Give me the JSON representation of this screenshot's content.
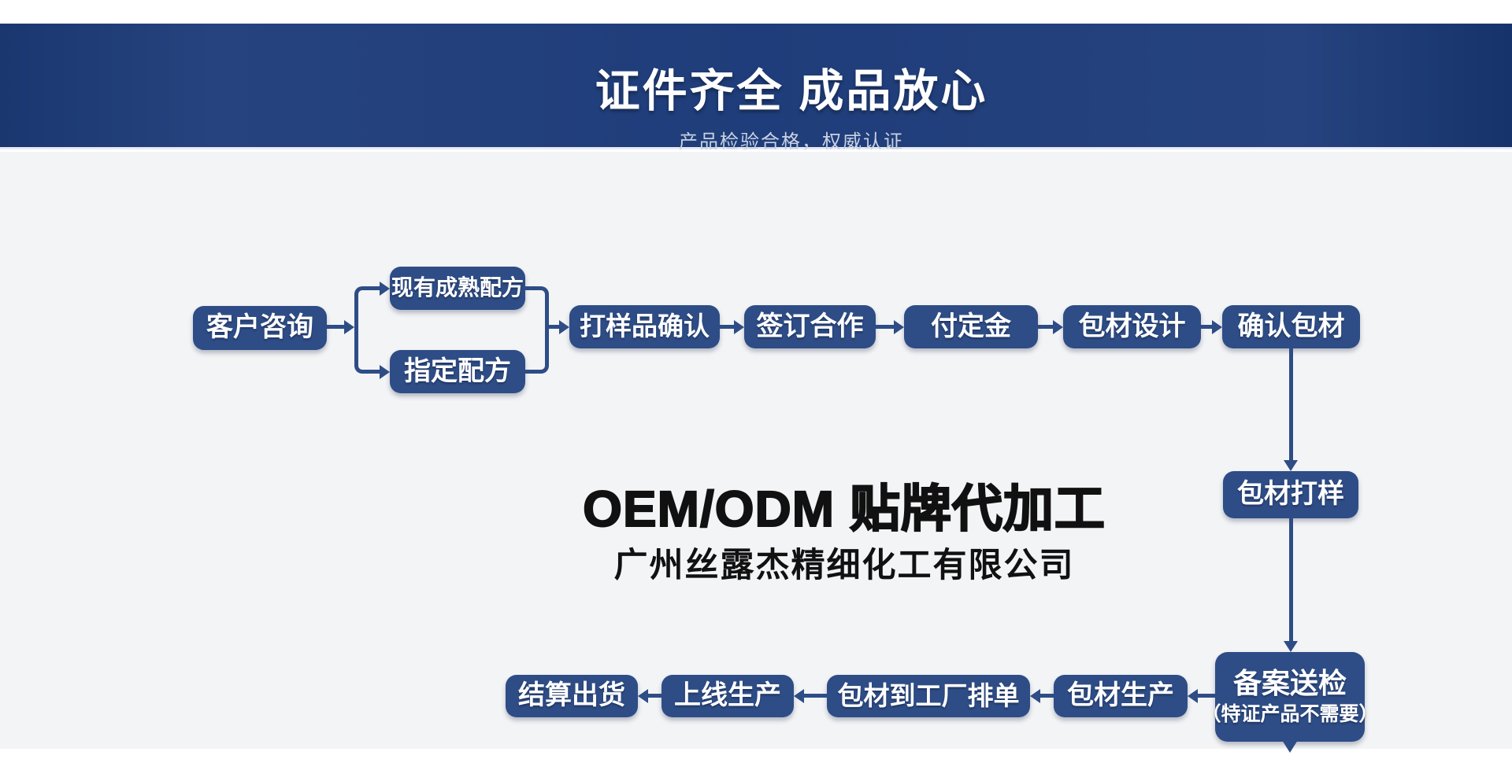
{
  "header": {
    "title": "证件齐全 成品放心",
    "subtitle": "产品检验合格，权威认证"
  },
  "center": {
    "headline": "OEM/ODM 贴牌代加工",
    "company": "广州丝露杰精细化工有限公司"
  },
  "flow": {
    "nodes": [
      {
        "id": "customer-inquiry",
        "label": "客户咨询"
      },
      {
        "id": "existing-formula",
        "label": "现有成熟配方"
      },
      {
        "id": "specified-formula",
        "label": "指定配方"
      },
      {
        "id": "sample-confirmation",
        "label": "打样品确认"
      },
      {
        "id": "sign-cooperation",
        "label": "签订合作"
      },
      {
        "id": "pay-deposit",
        "label": "付定金"
      },
      {
        "id": "packaging-design",
        "label": "包材设计"
      },
      {
        "id": "confirm-packaging",
        "label": "确认包材"
      },
      {
        "id": "packaging-proofing",
        "label": "包材打样"
      },
      {
        "id": "filing-inspection",
        "label": "备案送检",
        "note": "（特证产品不需要）"
      },
      {
        "id": "packaging-production",
        "label": "包材生产"
      },
      {
        "id": "packaging-to-factory",
        "label": "包材到工厂排单"
      },
      {
        "id": "online-production",
        "label": "上线生产"
      },
      {
        "id": "settle-shipment",
        "label": "结算出货"
      }
    ]
  },
  "colors": {
    "node_fill": "#2e4d86",
    "arrow": "#2e4d86",
    "band": "#21407e",
    "band_edge": "#16336b",
    "canvas_bg": "#f3f4f6",
    "node_text": "#ffffff",
    "subtitle": "#c9d2e2"
  }
}
